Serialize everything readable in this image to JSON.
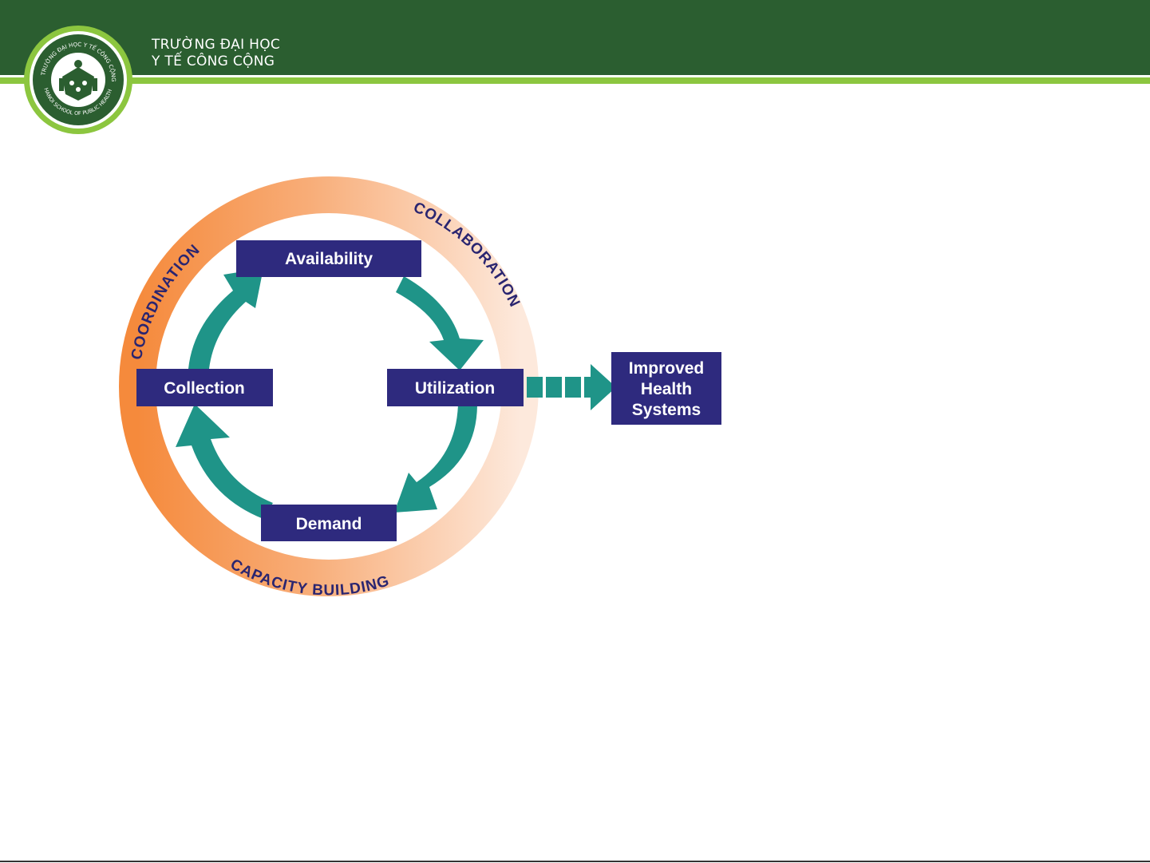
{
  "header": {
    "university_line1": "TRƯỜNG ĐẠI HỌC",
    "university_line2": "Y TẾ CÔNG CỘNG",
    "logo_text_top": "TRƯỜNG ĐẠI HỌC Y TẾ CÔNG CỘNG",
    "logo_text_bottom": "HANOI SCHOOL OF PUBLIC HEALTH",
    "colors": {
      "band": "#2b5e30",
      "accent": "#8cc63f"
    }
  },
  "diagram": {
    "nodes": {
      "availability": "Availability",
      "utilization": "Utilization",
      "demand": "Demand",
      "collection": "Collection",
      "outcome_line1": "Improved",
      "outcome_line2": "Health",
      "outcome_line3": "Systems"
    },
    "ring_labels": {
      "top_left": "COORDINATION",
      "top_right": "COLLABORATION",
      "bottom": "CAPACITY BUILDING"
    },
    "colors": {
      "node": "#2e2a7e",
      "arrow": "#1f9488",
      "ring_dark": "#f58a3c",
      "ring_light": "#fde7d7"
    }
  }
}
